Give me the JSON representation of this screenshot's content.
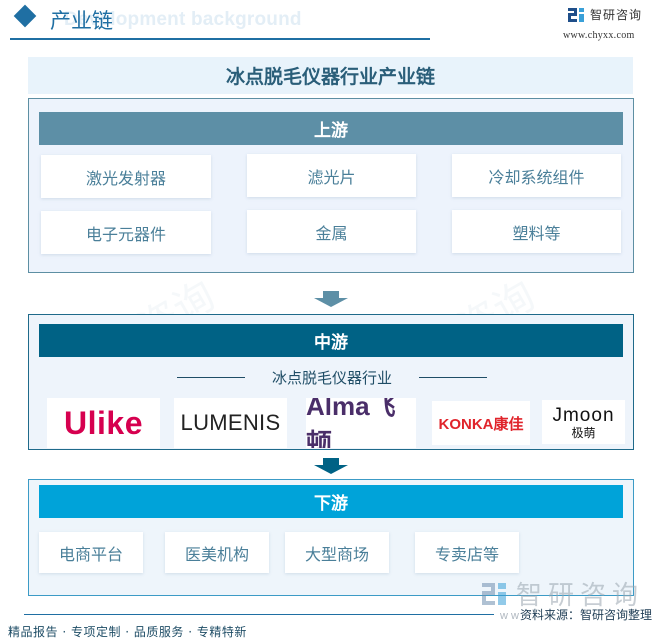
{
  "header": {
    "title": "产业链",
    "ghost_text": "Development background",
    "brand_name": "智研咨询",
    "brand_url": "www.chyxx.com",
    "accent_color": "#1f6fa3"
  },
  "diagram": {
    "title": "冰点脱毛仪器行业产业链",
    "upstream": {
      "label": "上游",
      "color": "#5d8fa6",
      "items": [
        "激光发射器",
        "滤光片",
        "冷却系统组件",
        "电子元器件",
        "金属",
        "塑料等"
      ]
    },
    "midstream": {
      "label": "中游",
      "color": "#006285",
      "subtitle": "冰点脱毛仪器行业",
      "brands": [
        {
          "name": "Ulike",
          "text": "Ulike"
        },
        {
          "name": "Lumenis",
          "text": "LUMENIS"
        },
        {
          "name": "Alma",
          "text": "Alma飞顿"
        },
        {
          "name": "Konka",
          "text": "KONKA康佳"
        },
        {
          "name": "Jmoon",
          "text": "Jmoon",
          "text_zh": "极萌"
        }
      ]
    },
    "downstream": {
      "label": "下游",
      "color": "#00a3d9",
      "items": [
        "电商平台",
        "医美机构",
        "大型商场",
        "专卖店等"
      ]
    }
  },
  "footer": {
    "watermark": "智研咨询",
    "source_prefix": "w w",
    "source": "资料来源：智研咨询整理",
    "slogan": "精品报告 · 专项定制 · 品质服务 · 专精特新"
  }
}
